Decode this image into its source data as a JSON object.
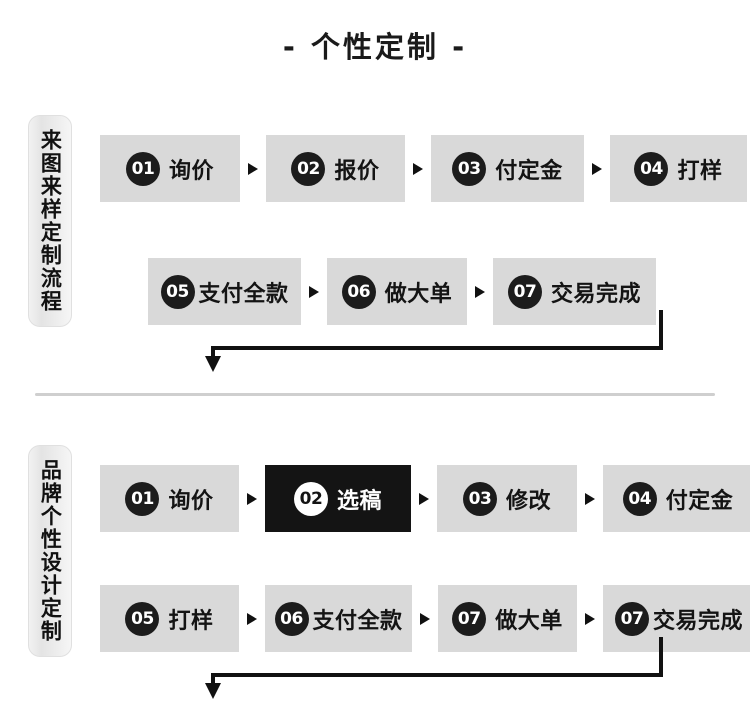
{
  "title": "- 个性定制 -",
  "colors": {
    "box_background": "#d9d9d9",
    "highlight_background": "#141414",
    "badge_background": "#1c1c1c",
    "text": "#141414",
    "divider": "#cfcfcf"
  },
  "sections": [
    {
      "vertical_label": "来图来样定制流程",
      "rows": [
        {
          "steps": [
            {
              "num": "01",
              "label": "询价",
              "highlight": false,
              "width": 140,
              "tight": false
            },
            {
              "num": "02",
              "label": "报价",
              "highlight": false,
              "width": 139,
              "tight": false
            },
            {
              "num": "03",
              "label": "付定金",
              "highlight": false,
              "width": 153,
              "tight": false
            },
            {
              "num": "04",
              "label": "打样",
              "highlight": false,
              "width": 137,
              "tight": false
            }
          ]
        },
        {
          "steps": [
            {
              "num": "05",
              "label": "支付全款",
              "highlight": false,
              "width": 153,
              "tight": true
            },
            {
              "num": "06",
              "label": "做大单",
              "highlight": false,
              "width": 140,
              "tight": false
            },
            {
              "num": "07",
              "label": "交易完成",
              "highlight": false,
              "width": 163,
              "tight": false
            }
          ]
        }
      ]
    },
    {
      "vertical_label": "品牌个性设计定制",
      "rows": [
        {
          "steps": [
            {
              "num": "01",
              "label": "询价",
              "highlight": false,
              "width": 139,
              "tight": false
            },
            {
              "num": "02",
              "label": "选稿",
              "highlight": true,
              "width": 146,
              "tight": false
            },
            {
              "num": "03",
              "label": "修改",
              "highlight": false,
              "width": 140,
              "tight": false
            },
            {
              "num": "04",
              "label": "付定金",
              "highlight": false,
              "width": 150,
              "tight": false
            }
          ]
        },
        {
          "steps": [
            {
              "num": "05",
              "label": "打样",
              "highlight": false,
              "width": 139,
              "tight": false
            },
            {
              "num": "06",
              "label": "支付全款",
              "highlight": false,
              "width": 147,
              "tight": true
            },
            {
              "num": "07",
              "label": "做大单",
              "highlight": false,
              "width": 139,
              "tight": false
            },
            {
              "num": "07",
              "label": "交易完成",
              "highlight": false,
              "width": 152,
              "tight": true
            }
          ]
        }
      ]
    }
  ]
}
